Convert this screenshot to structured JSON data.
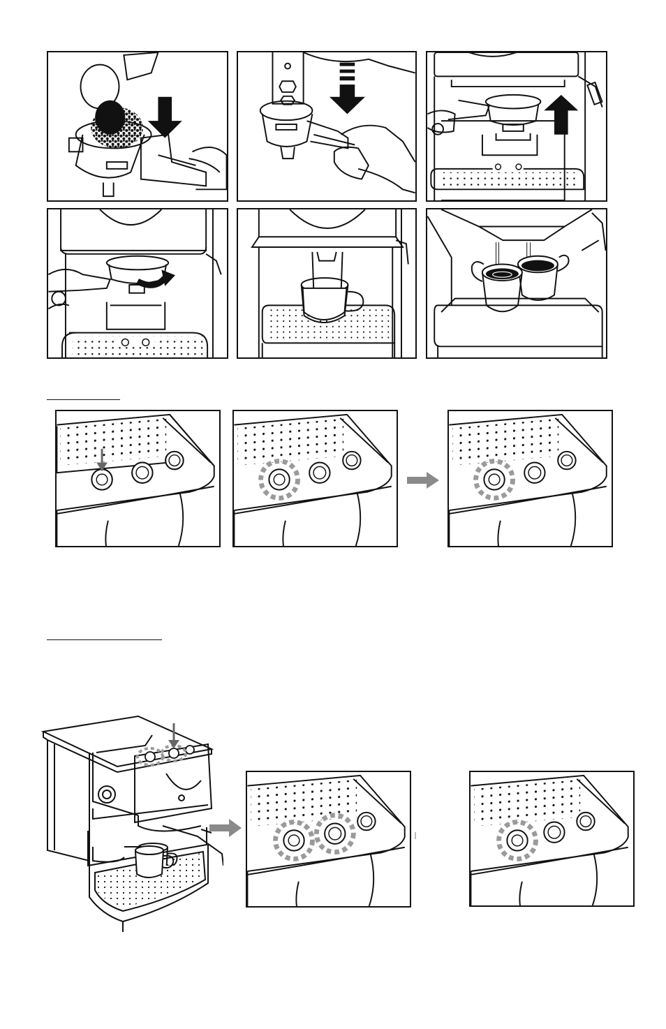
{
  "figure": {
    "step_panels": [
      {
        "illustration": "filling-filter-with-ground-coffee",
        "arrow": "down"
      },
      {
        "illustration": "tamping-coffee-into-filter",
        "arrow": "down-dashed"
      },
      {
        "illustration": "inserting-filter-holder",
        "arrow": "up"
      },
      {
        "illustration": "locking-filter-holder",
        "arrow": "curved-right"
      },
      {
        "illustration": "placing-cup-under-spout",
        "arrow": "none"
      },
      {
        "illustration": "coffee-pouring-into-two-cups",
        "arrow": "none"
      }
    ],
    "single_button_sequence": [
      {
        "illustration": "press-single-cup-button",
        "state": "pressed"
      },
      {
        "illustration": "single-cup-button-blinking",
        "state": "blinking"
      },
      {
        "illustration": "single-cup-button-blinking",
        "state": "blinking"
      }
    ],
    "double_button_sequence": [
      {
        "illustration": "machine-press-double-cup-button",
        "state": "pressed"
      },
      {
        "illustration": "both-buttons-blinking",
        "state": "blinking"
      },
      {
        "illustration": "single-cup-button-blinking",
        "state": "blinking"
      }
    ],
    "colors": {
      "line": "#111111",
      "arrow_gray": "#8a8a8a",
      "blink_gray": "#9a9a9a"
    }
  }
}
